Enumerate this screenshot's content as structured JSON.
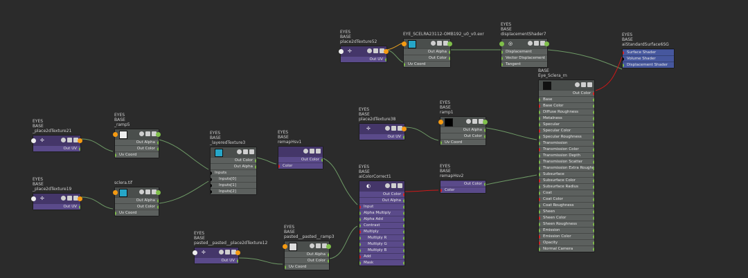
{
  "nodes": {
    "place2d52": {
      "l1": "EYES",
      "l2": "BASE",
      "name": "place2dTexture52",
      "out": "Out UV"
    },
    "file52": {
      "name": "EYE_SCELRA23112-OMB192_u0_v0.exr",
      "out_alpha": "Out Alpha",
      "out_color": "Out Color",
      "uv": "Uv Coord"
    },
    "disp7": {
      "l1": "EYES",
      "l2": "BASE",
      "name": "displacementShader7",
      "r1": "Displacement",
      "r2": "Vector Displacement",
      "r3": "Tangent"
    },
    "sg": {
      "l1": "EYES",
      "l2": "BASE",
      "name": "aiStandardSurface6SG",
      "r1": "Surface Shader",
      "r2": "Volume Shader",
      "r3": "Displacement Shader"
    },
    "sclera": {
      "l1": "BASE",
      "name": "Eye_Sclera_rn",
      "out": "Out Color",
      "attrs": [
        "Base",
        "Base Color",
        "Diffuse Roughness",
        "Metalness",
        "Specular",
        "Specular Color",
        "Specular Roughness",
        "Transmission",
        "Transmission Color",
        "Transmission Depth",
        "Transmission Scatter",
        "Transmission Extra Roughness",
        "Subsurface",
        "Subsurface Color",
        "Subsurface Radius",
        "Coat",
        "Coat Color",
        "Coat Roughness",
        "Sheen",
        "Sheen Color",
        "Sheen Roughness",
        "Emission",
        "Emission Color",
        "Opacity",
        "Normal Camera"
      ]
    },
    "place2d21": {
      "l1": "EYES",
      "l2": "BASE",
      "name": "_place2dTexture21",
      "out": "Out UV"
    },
    "ramp5": {
      "l1": "EYES",
      "l2": "BASE",
      "name": "_ramp5",
      "out_alpha": "Out Alpha",
      "out_color": "Out Color",
      "uv": "Uv Coord"
    },
    "place2d19": {
      "l1": "EYES",
      "l2": "BASE",
      "name": "_place2dTexture19",
      "out": "Out UV"
    },
    "scleratif": {
      "name": "sclera.tif",
      "out_alpha": "Out Alpha",
      "out_color": "Out Color",
      "uv": "Uv Coord"
    },
    "layered3": {
      "l1": "EYES",
      "l2": "BASE",
      "name": "_layeredTexture3",
      "out_color": "Out Color",
      "out_alpha": "Out Alpha",
      "inputs": [
        "Inputs",
        "Inputs[0]",
        "Inputs[1]",
        "Inputs[2]"
      ]
    },
    "remapHsv1": {
      "l1": "EYES",
      "l2": "BASE",
      "name": "remapHsv1",
      "out": "Out Color",
      "color": "Color"
    },
    "place2d38": {
      "l1": "EYES",
      "l2": "BASE",
      "name": "place2dTexture38",
      "out": "Out UV"
    },
    "ramp1": {
      "l1": "EYES",
      "l2": "BASE",
      "name": "ramp1",
      "out_alpha": "Out Alpha",
      "out_color": "Out Color",
      "uv": "Uv Coord"
    },
    "aiCC1": {
      "l1": "EYES",
      "l2": "BASE",
      "name": "aiColorCorrect1",
      "out_color": "Out Color",
      "out_alpha": "Out Alpha",
      "attrs": [
        "Input",
        "Alpha Multiply",
        "Alpha Add",
        "Contrast",
        "Multiply",
        "Multiply R",
        "Multiply G",
        "Multiply B",
        "Add",
        "Mask"
      ]
    },
    "remapHsv2": {
      "l1": "EYES",
      "l2": "BASE",
      "name": "remapHsv2",
      "out": "Out Color",
      "color": "Color"
    },
    "place2d12": {
      "l1": "EYES",
      "l2": "BASE",
      "name": "pasted__pasted__place2dTexture12",
      "out": "Out UV"
    },
    "ramp3": {
      "l1": "EYES",
      "l2": "BASE",
      "name": "pasted__pasted__ramp3",
      "out_alpha": "Out Alpha",
      "out_color": "Out Color",
      "uv": "Uv Coord"
    }
  },
  "colors": {
    "background": "#2b2b2b",
    "utility_node": "#4d3e77",
    "texture_node": "#555a58",
    "shading_group": "#3d4d8c",
    "wire": "#7ea36e",
    "wire_red": "#d01818",
    "wire_orange": "#e8a020"
  }
}
